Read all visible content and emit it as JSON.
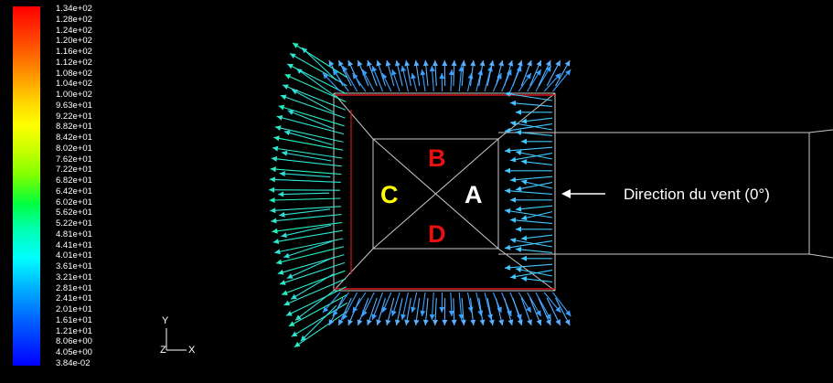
{
  "legend": {
    "values": [
      "1.34e+02",
      "1.28e+02",
      "1.24e+02",
      "1.20e+02",
      "1.16e+02",
      "1.12e+02",
      "1.08e+02",
      "1.04e+02",
      "1.00e+02",
      "9.63e+01",
      "9.22e+01",
      "8.82e+01",
      "8.42e+01",
      "8.02e+01",
      "7.62e+01",
      "7.22e+01",
      "6.82e+01",
      "6.42e+01",
      "6.02e+01",
      "5.62e+01",
      "5.22e+01",
      "4.81e+01",
      "4.41e+01",
      "4.01e+01",
      "3.61e+01",
      "3.21e+01",
      "2.81e+01",
      "2.41e+01",
      "2.01e+01",
      "1.61e+01",
      "1.21e+01",
      "8.06e+00",
      "4.05e+00",
      "3.84e-02"
    ],
    "max_color": "#ff0000",
    "min_color": "#0000ff"
  },
  "axes": {
    "vertical": "Y",
    "horizontal": "X",
    "depth": "Z"
  },
  "faces": [
    {
      "name": "B",
      "color": "#e81010"
    },
    {
      "name": "C",
      "color": "#ffff00"
    },
    {
      "name": "A",
      "color": "#ffffff"
    },
    {
      "name": "D",
      "color": "#e81010"
    }
  ],
  "wind": {
    "label": "Direction du vent (0°)",
    "color": "#ffffff"
  },
  "colors": {
    "background": "#000000",
    "wireframe": "#c8c8c8",
    "edge_red": "#d01818",
    "vectors_left": "#2ee8d0",
    "vectors_right": "#40c8ff",
    "vectors_top": "#3aa0ff"
  }
}
